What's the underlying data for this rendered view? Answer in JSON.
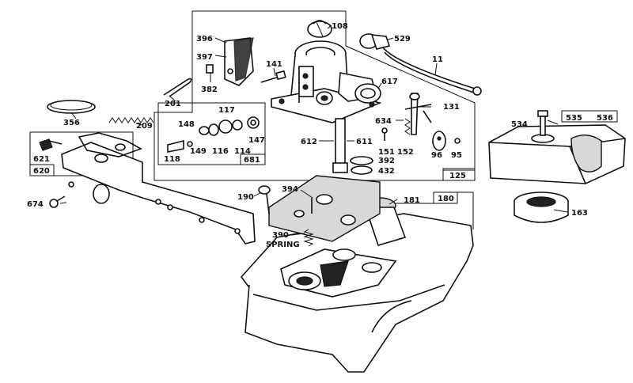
{
  "labels": {
    "p108": "108",
    "p396": "396",
    "p397": "397",
    "p382": "382",
    "p201": "201",
    "p141": "141",
    "p529": "529",
    "p11": "11",
    "p617": "617",
    "p131": "131",
    "p634": "634",
    "p151": "151",
    "p152": "152",
    "p96": "96",
    "p95": "95",
    "p612": "612",
    "p611": "611",
    "p392": "392",
    "p432": "432",
    "p125": "125",
    "p117": "117",
    "p148": "148",
    "p149": "149",
    "p116": "116",
    "p114": "114",
    "p147": "147",
    "p118": "118",
    "p681": "681",
    "p356": "356",
    "p209": "209",
    "p621": "621",
    "p620": "620",
    "p674": "674",
    "p190": "190",
    "p394": "394",
    "p181": "181",
    "p180": "180",
    "p390": "390",
    "spring": "SPRING",
    "p534": "534",
    "p535": "535",
    "p536": "536",
    "p163": "163"
  }
}
